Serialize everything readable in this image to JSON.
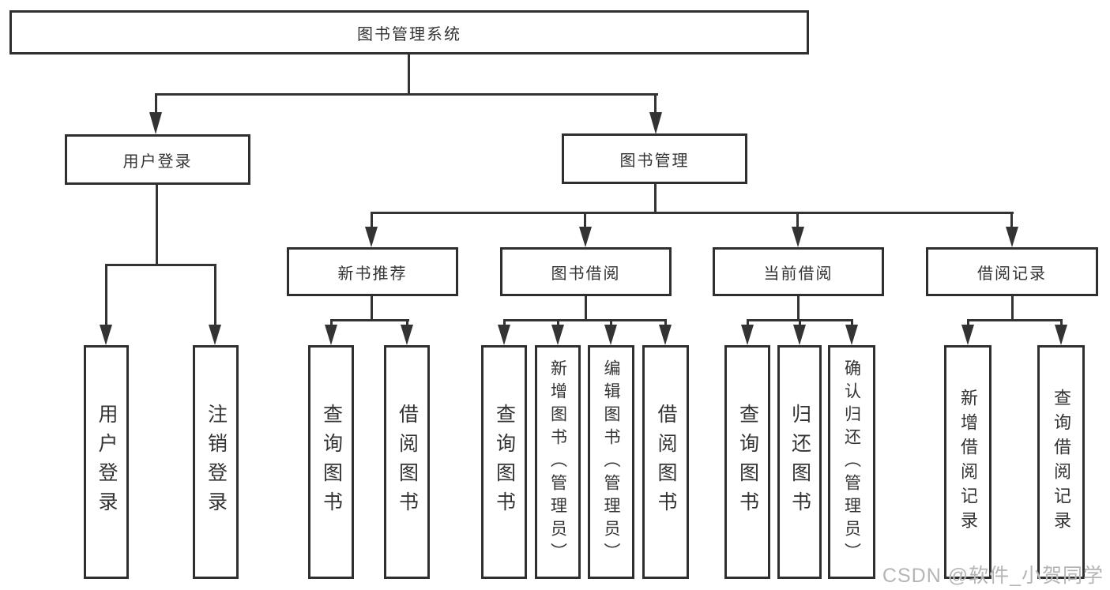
{
  "diagram": {
    "type": "hierarchy-tree",
    "root": {
      "label": "图书管理系统"
    },
    "level2": [
      {
        "label": "用户登录"
      },
      {
        "label": "图书管理"
      }
    ],
    "level3": [
      {
        "label": "新书推荐"
      },
      {
        "label": "图书借阅"
      },
      {
        "label": "当前借阅"
      },
      {
        "label": "借阅记录"
      }
    ],
    "leaves": {
      "user_login": [
        "用户登录",
        "注销登录"
      ],
      "new_book_rec": [
        "查询图书",
        "借阅图书"
      ],
      "book_borrow": [
        "查询图书",
        "新增图书（管理员）",
        "编辑图书（管理员）",
        "借阅图书"
      ],
      "current_borrow": [
        "查询图书",
        "归还图书",
        "确认归还（管理员）"
      ],
      "borrow_records": [
        "新增借阅记录",
        "查询借阅记录"
      ]
    },
    "colors": {
      "line": "#333333",
      "text": "#333333",
      "background": "#ffffff",
      "watermark": "#b5b5b5"
    },
    "watermark": "CSDN @软件_小贺同学"
  }
}
